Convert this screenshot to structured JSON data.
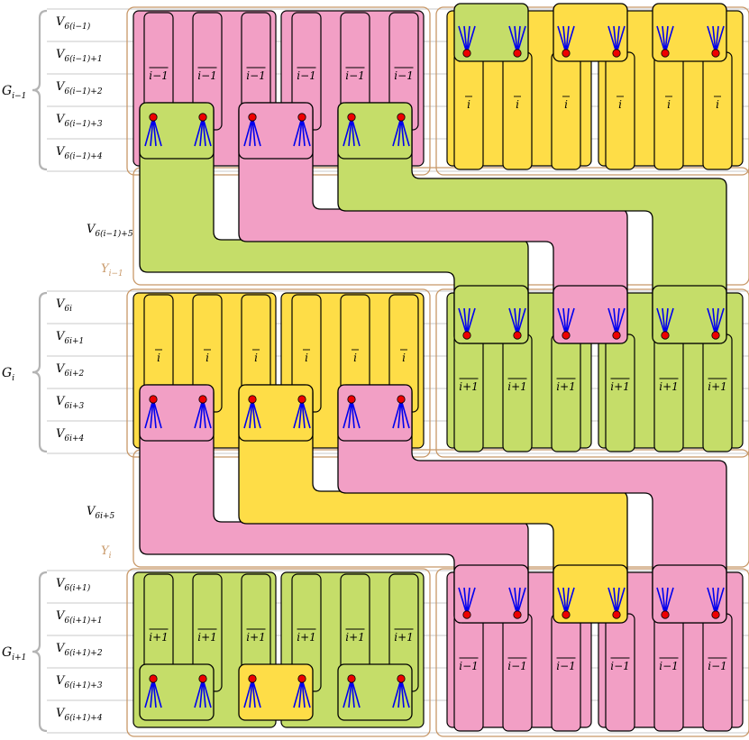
{
  "colors": {
    "pink": "#f29fc5",
    "yellow": "#fedd47",
    "green": "#c5dd69",
    "orange": "#c89868",
    "blue": "#0000ee",
    "red": "#ee0000",
    "brace": "#b4b4b4",
    "row_line": "#c8c8c8"
  },
  "groups": [
    {
      "label": "G",
      "label_sub": "i−1",
      "rows": [
        {
          "base": "V",
          "sub": "6(i−1)"
        },
        {
          "base": "V",
          "sub": "6(i−1)+1"
        },
        {
          "base": "V",
          "sub": "6(i−1)+2"
        },
        {
          "base": "V",
          "sub": "6(i−1)+3"
        },
        {
          "base": "V",
          "sub": "6(i−1)+4"
        }
      ],
      "gap_row": {
        "base": "V",
        "sub": "6(i−1)+5"
      },
      "y_label": {
        "base": "Y",
        "sub": "i−1"
      },
      "left_color": "pink",
      "left_column_label": "i−1",
      "left_column_bar": true,
      "left_gadget_colors": [
        "green",
        "pink",
        "green"
      ],
      "right_color": "yellow",
      "right_column_label": "i",
      "right_column_bar": true,
      "right_gadget_colors": [
        "green",
        "yellow",
        "yellow"
      ]
    },
    {
      "label": "G",
      "label_sub": "i",
      "rows": [
        {
          "base": "V",
          "sub": "6i"
        },
        {
          "base": "V",
          "sub": "6i+1"
        },
        {
          "base": "V",
          "sub": "6i+2"
        },
        {
          "base": "V",
          "sub": "6i+3"
        },
        {
          "base": "V",
          "sub": "6i+4"
        }
      ],
      "gap_row": {
        "base": "V",
        "sub": "6i+5"
      },
      "y_label": {
        "base": "Y",
        "sub": "i"
      },
      "left_color": "yellow",
      "left_column_label": "i",
      "left_column_bar": true,
      "left_gadget_colors": [
        "pink",
        "yellow",
        "pink"
      ],
      "right_color": "green",
      "right_column_label": "i+1",
      "right_column_bar": true,
      "right_gadget_colors": [
        "green",
        "pink",
        "green"
      ]
    },
    {
      "label": "G",
      "label_sub": "i+1",
      "rows": [
        {
          "base": "V",
          "sub": "6(i+1)"
        },
        {
          "base": "V",
          "sub": "6(i+1)+1"
        },
        {
          "base": "V",
          "sub": "6(i+1)+2"
        },
        {
          "base": "V",
          "sub": "6(i+1)+3"
        },
        {
          "base": "V",
          "sub": "6(i+1)+4"
        }
      ],
      "left_color": "green",
      "left_column_label": "i+1",
      "left_column_bar": true,
      "left_gadget_colors": [
        "green",
        "yellow",
        "green"
      ],
      "right_color": "pink",
      "right_column_label": "i−1",
      "right_column_bar": true,
      "right_gadget_colors": [
        "pink",
        "yellow",
        "pink"
      ]
    }
  ]
}
